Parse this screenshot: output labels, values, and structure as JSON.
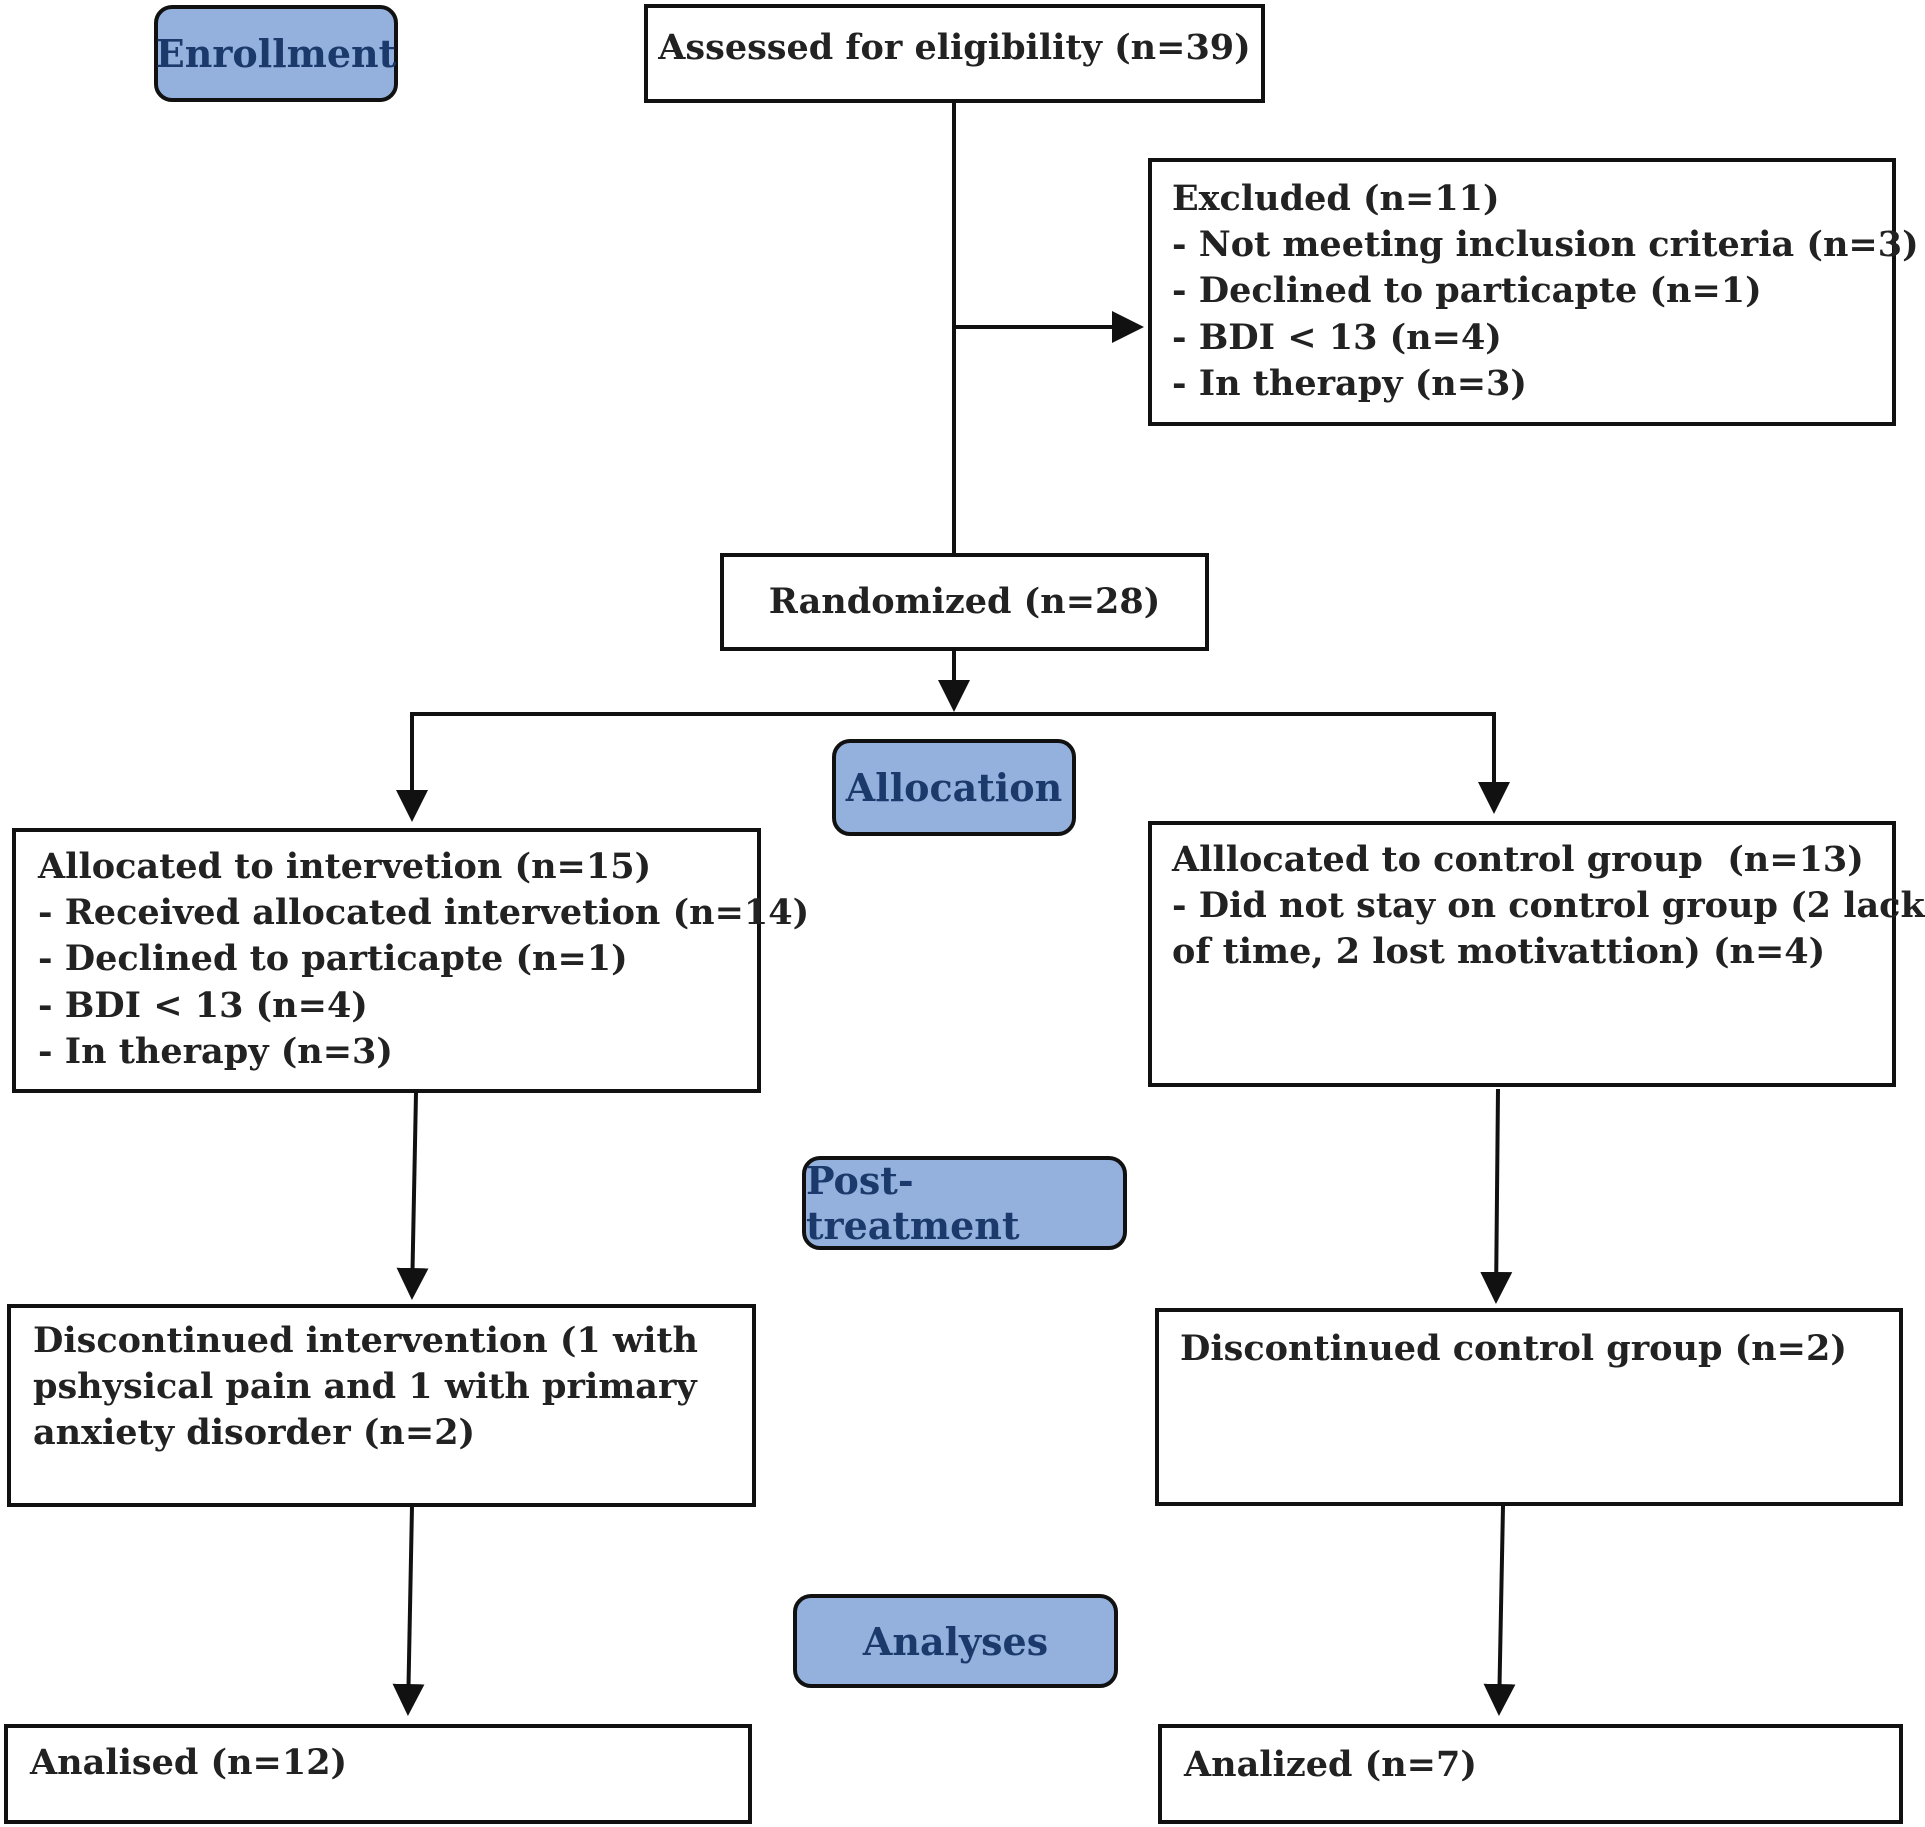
{
  "phases": {
    "enrollment": "Enrollment",
    "allocation": "Allocation",
    "post_treatment": "Post-treatment",
    "analyses": "Analyses"
  },
  "assessed": "Assessed for eligibility (n=39)",
  "excluded": {
    "title": "Excluded (n=11)",
    "items": [
      "- Not meeting inclusion criteria (n=3)",
      "- Declined to particapte (n=1)",
      "- BDI < 13 (n=4)",
      "- In therapy (n=3)"
    ]
  },
  "randomized": "Randomized (n=28)",
  "intervention": {
    "title": "Allocated to intervetion (n=15)",
    "items": [
      "- Received allocated intervetion (n=14)",
      "- Declined to particapte (n=1)",
      "- BDI < 13 (n=4)",
      "- In therapy (n=3)"
    ]
  },
  "control": {
    "title": "Alllocated to control group  (n=13)",
    "lines": [
      "- Did not stay on control group (2 lack",
      "of time, 2 lost motivattion) (n=4)"
    ]
  },
  "discontinued_intervention": [
    "Discontinued intervention (1 with",
    "pshysical pain and 1 with primary",
    "anxiety disorder (n=2)"
  ],
  "discontinued_control": "Discontinued control group (n=2)",
  "analysed_intervention": "Analised (n=12)",
  "analysed_control": "Analized (n=7)"
}
